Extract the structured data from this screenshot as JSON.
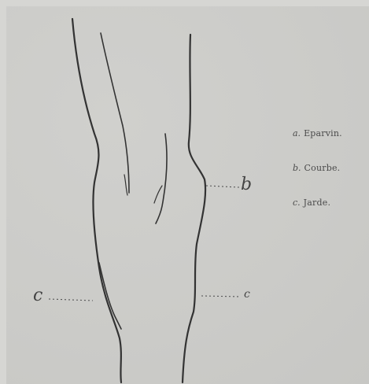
{
  "legend": {
    "items": [
      {
        "letter": "a.",
        "text": "Eparvin."
      },
      {
        "letter": "b.",
        "text": "Courbe."
      },
      {
        "letter": "c.",
        "text": "Jarde."
      }
    ]
  },
  "labels": {
    "b": "b",
    "c_left": "c",
    "c_right": "c"
  }
}
